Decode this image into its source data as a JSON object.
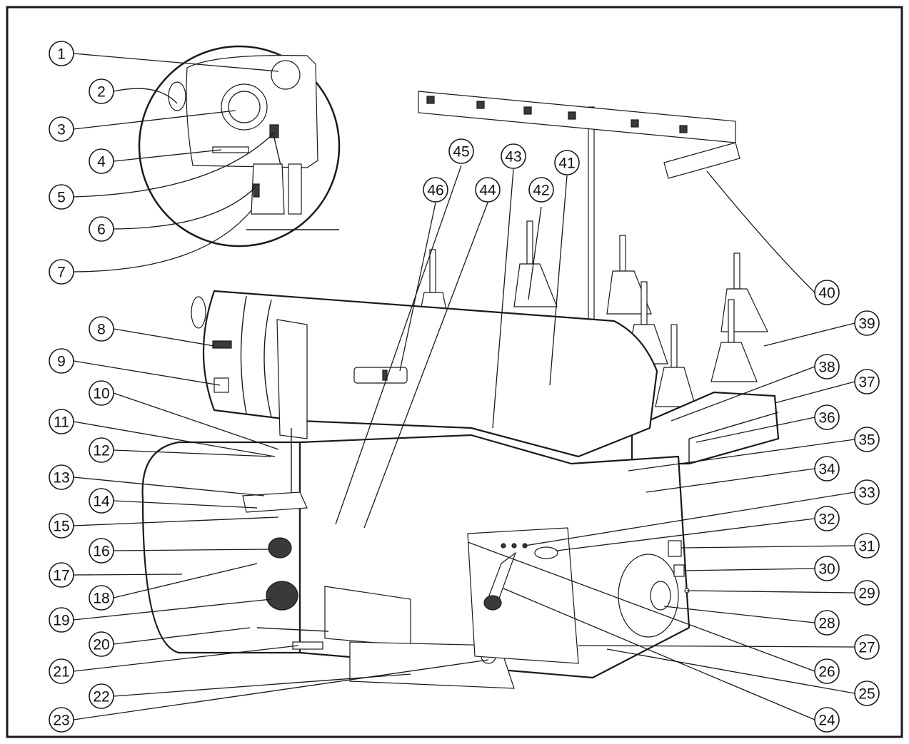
{
  "diagram": {
    "colors": {
      "line": "#1a1a1a",
      "background": "#ffffff",
      "frame": "#1a1a1a"
    },
    "labels": [
      "1",
      "2",
      "3",
      "4",
      "5",
      "6",
      "7",
      "8",
      "9",
      "10",
      "11",
      "12",
      "13",
      "14",
      "15",
      "16",
      "17",
      "18",
      "19",
      "20",
      "21",
      "22",
      "23",
      "24",
      "25",
      "26",
      "27",
      "28",
      "29",
      "30",
      "31",
      "32",
      "33",
      "34",
      "35",
      "36",
      "37",
      "38",
      "39",
      "40",
      "41",
      "42",
      "43",
      "44",
      "45",
      "46"
    ]
  }
}
